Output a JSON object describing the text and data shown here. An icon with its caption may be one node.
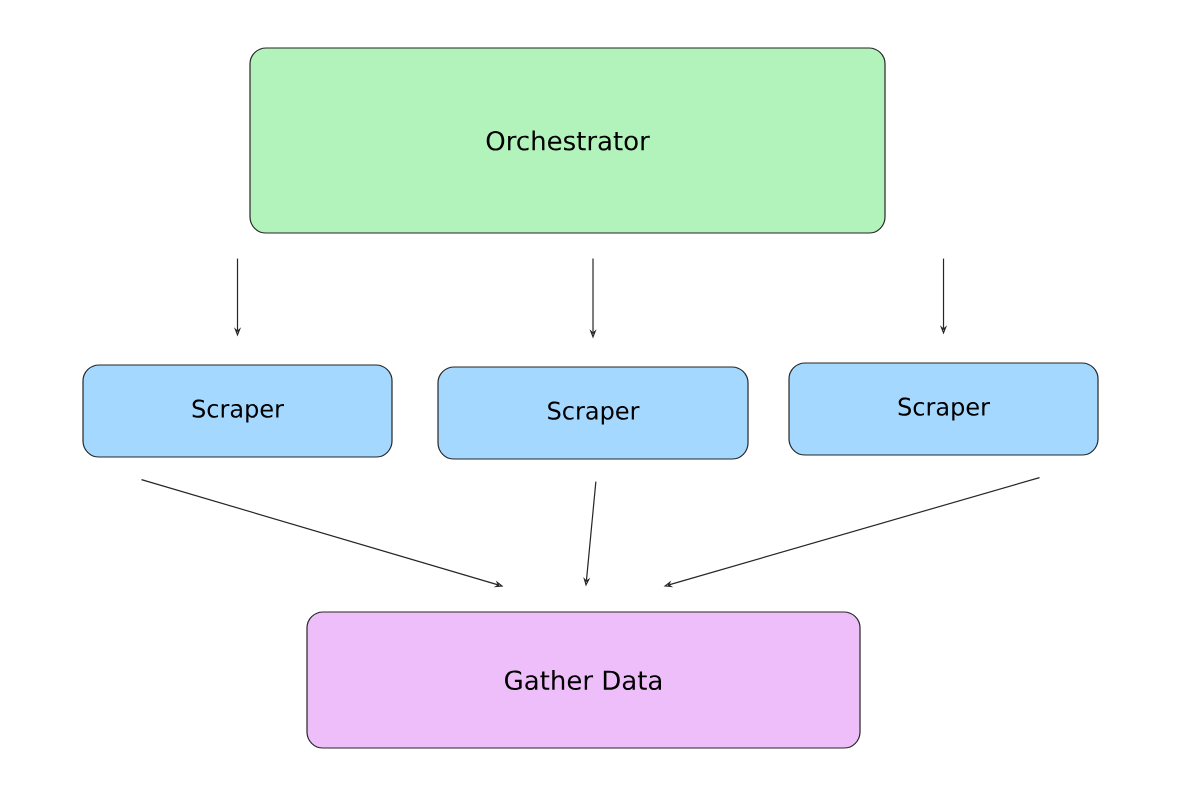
{
  "diagram": {
    "nodes": [
      {
        "text": [
          "Orchestrator"
        ]
      },
      {
        "text": [
          "Scraper"
        ]
      },
      {
        "text": [
          "Scraper"
        ]
      },
      {
        "text": [
          "Scraper"
        ]
      },
      {
        "text": [
          "Gather Data"
        ]
      }
    ],
    "edges": [
      {
        "from": 0,
        "to": 1,
        "arrow": "to"
      },
      {
        "from": 0,
        "to": 2,
        "arrow": "to"
      },
      {
        "from": 0,
        "to": 3,
        "arrow": "to"
      },
      {
        "from": 1,
        "to": 4,
        "arrow": "to"
      },
      {
        "from": 2,
        "to": 4,
        "arrow": "to"
      },
      {
        "from": 3,
        "to": 4,
        "arrow": "to"
      }
    ]
  }
}
